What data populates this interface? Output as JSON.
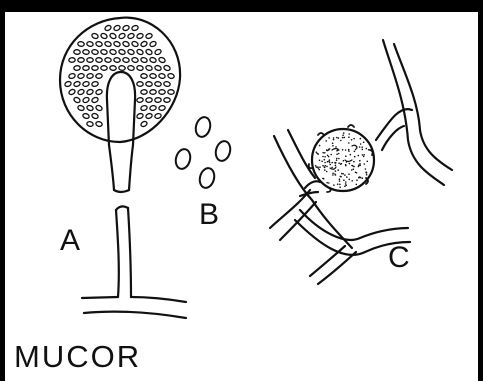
{
  "figure": {
    "labels": {
      "a": "A",
      "b": "B",
      "c": "C"
    },
    "title": "MUCOR"
  }
}
